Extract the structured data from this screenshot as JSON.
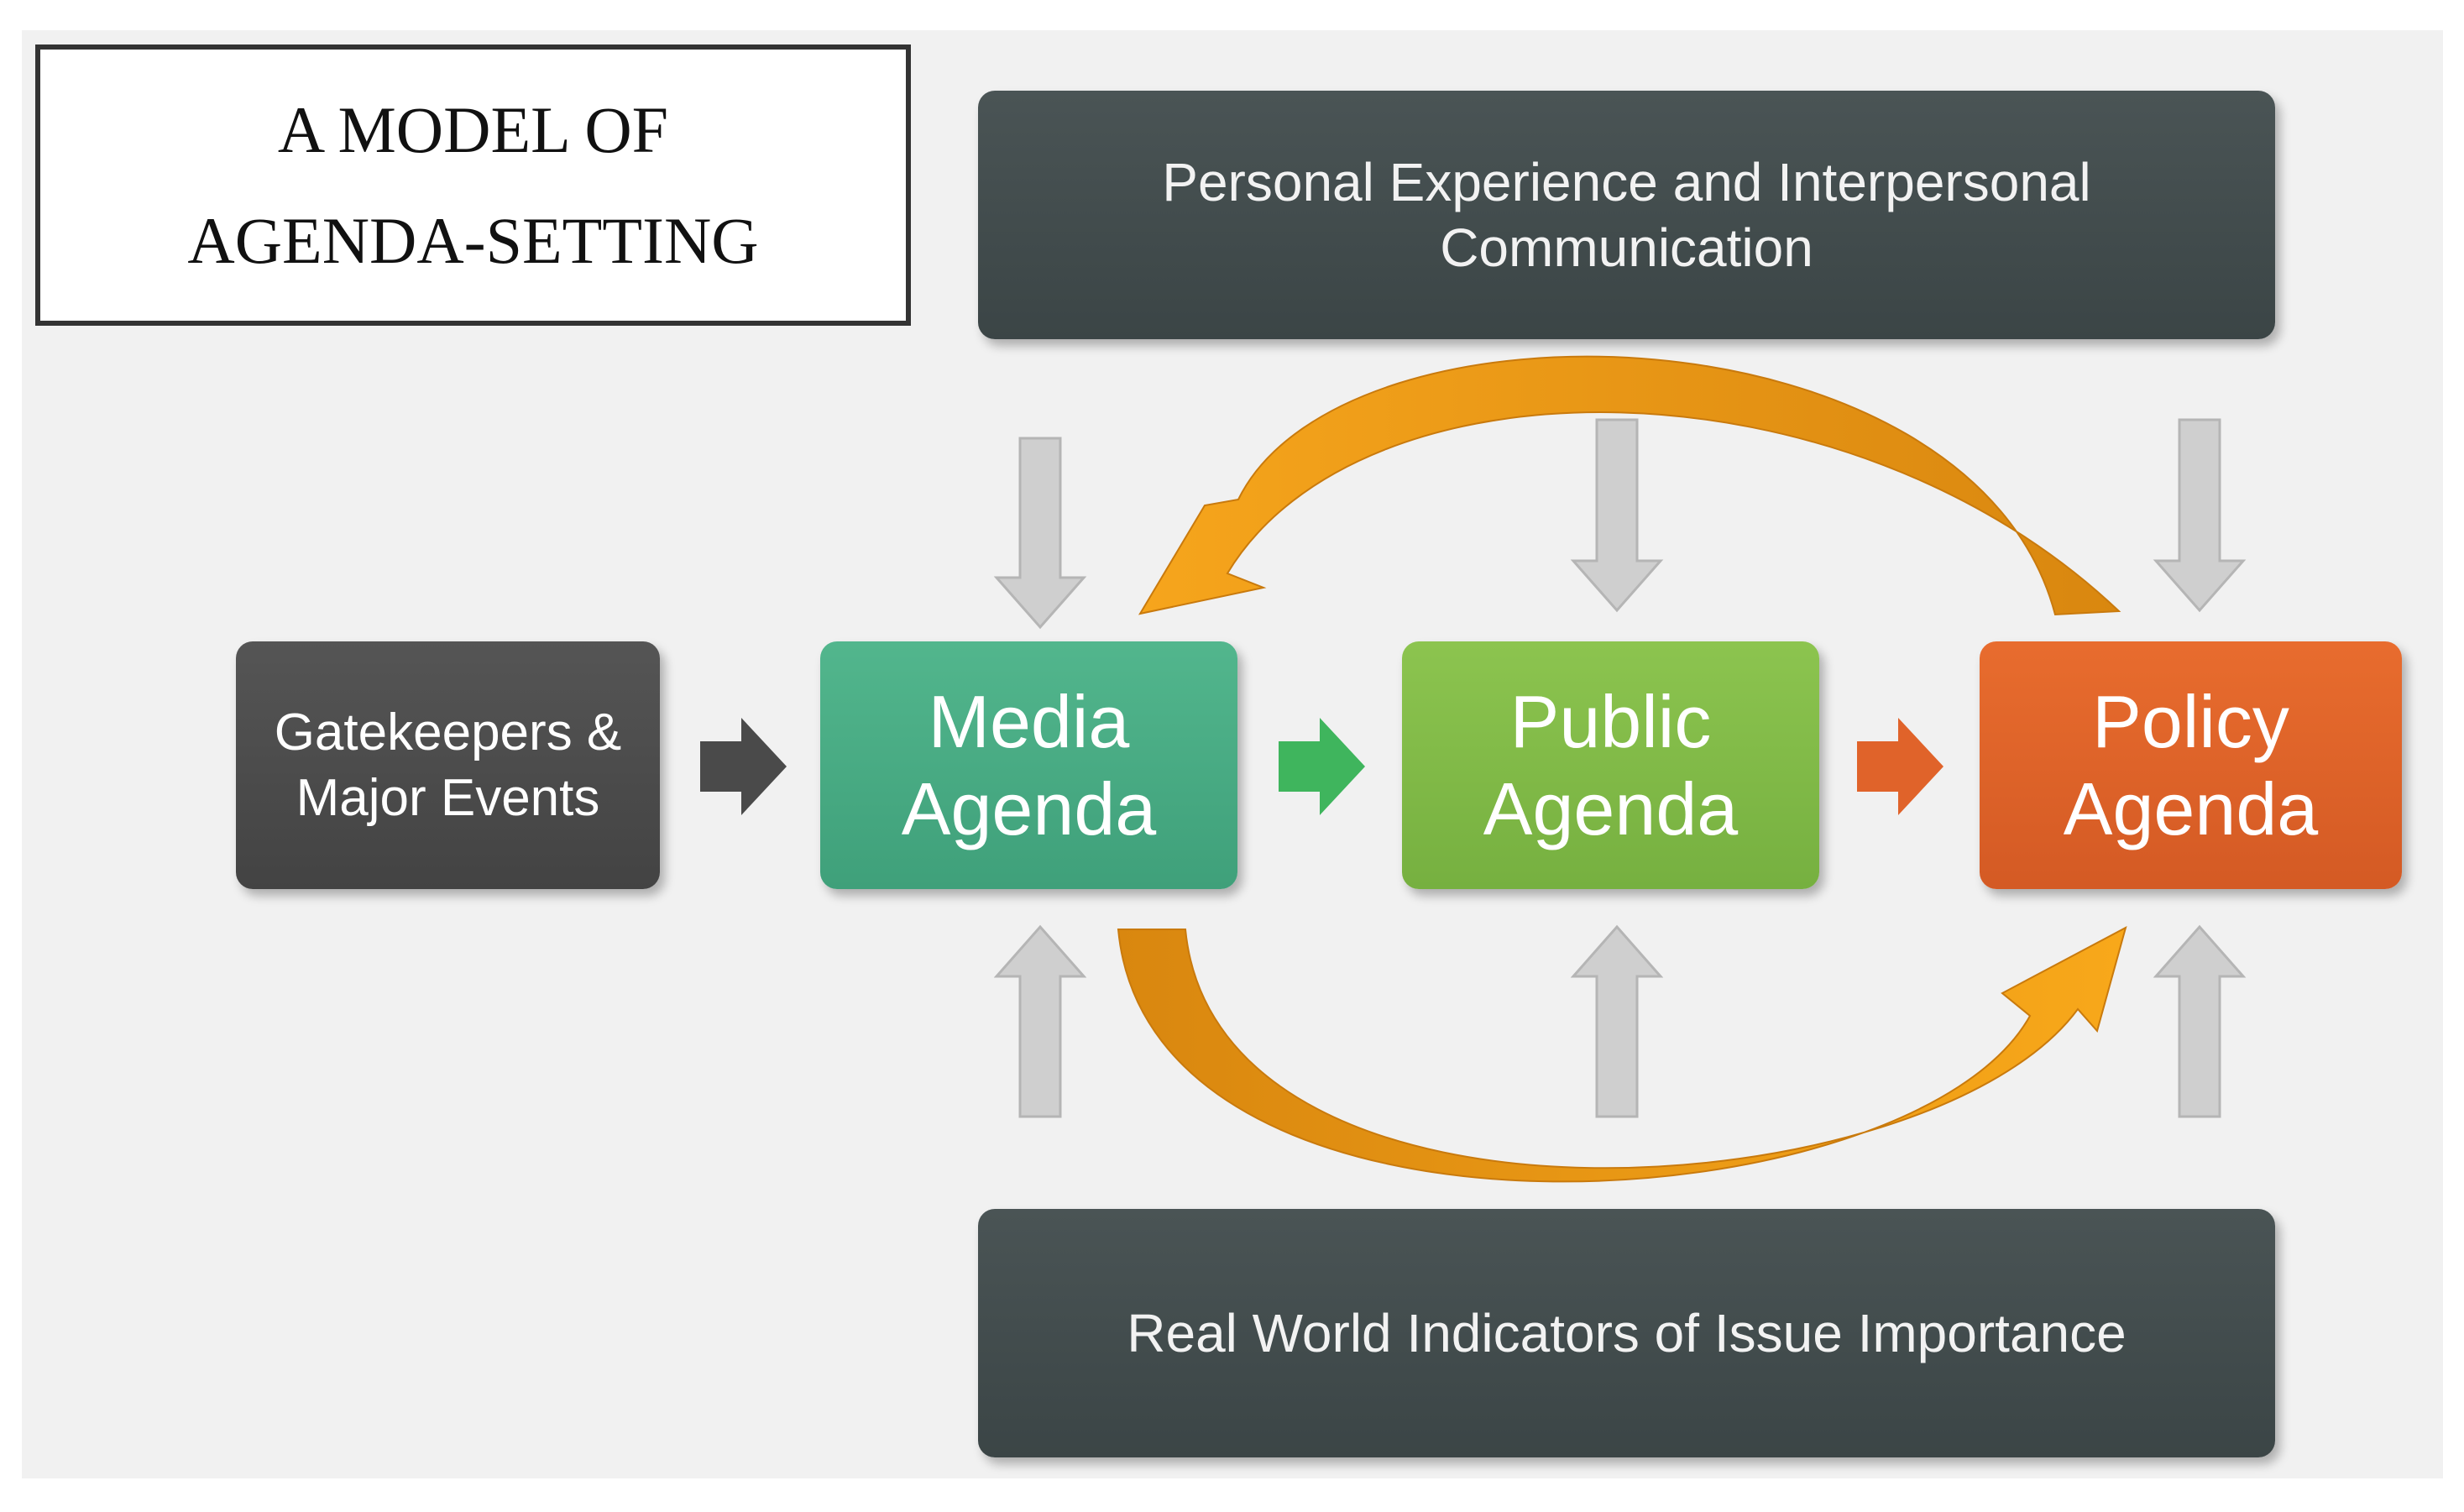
{
  "title": {
    "text": "A MODEL OF\nAGENDA-SETTING"
  },
  "boxes": {
    "top_bar": "Personal Experience and Interpersonal\nCommunication",
    "bottom_bar": "Real World Indicators of Issue Importance",
    "gatekeepers": "Gatekeepers &\nMajor Events",
    "media": "Media\nAgenda",
    "public": "Public\nAgenda",
    "policy": "Policy\nAgenda"
  },
  "colors": {
    "background": "#f1f1f1",
    "dark_box": "#414b4c",
    "gatekeepers_box": "#4c4c4c",
    "media_green": "#4aae86",
    "public_green": "#84bc48",
    "policy_orange": "#e0632a",
    "feedback_arrow_orange": "#f29e1a",
    "gray_arrow": "#d0d0d0"
  }
}
